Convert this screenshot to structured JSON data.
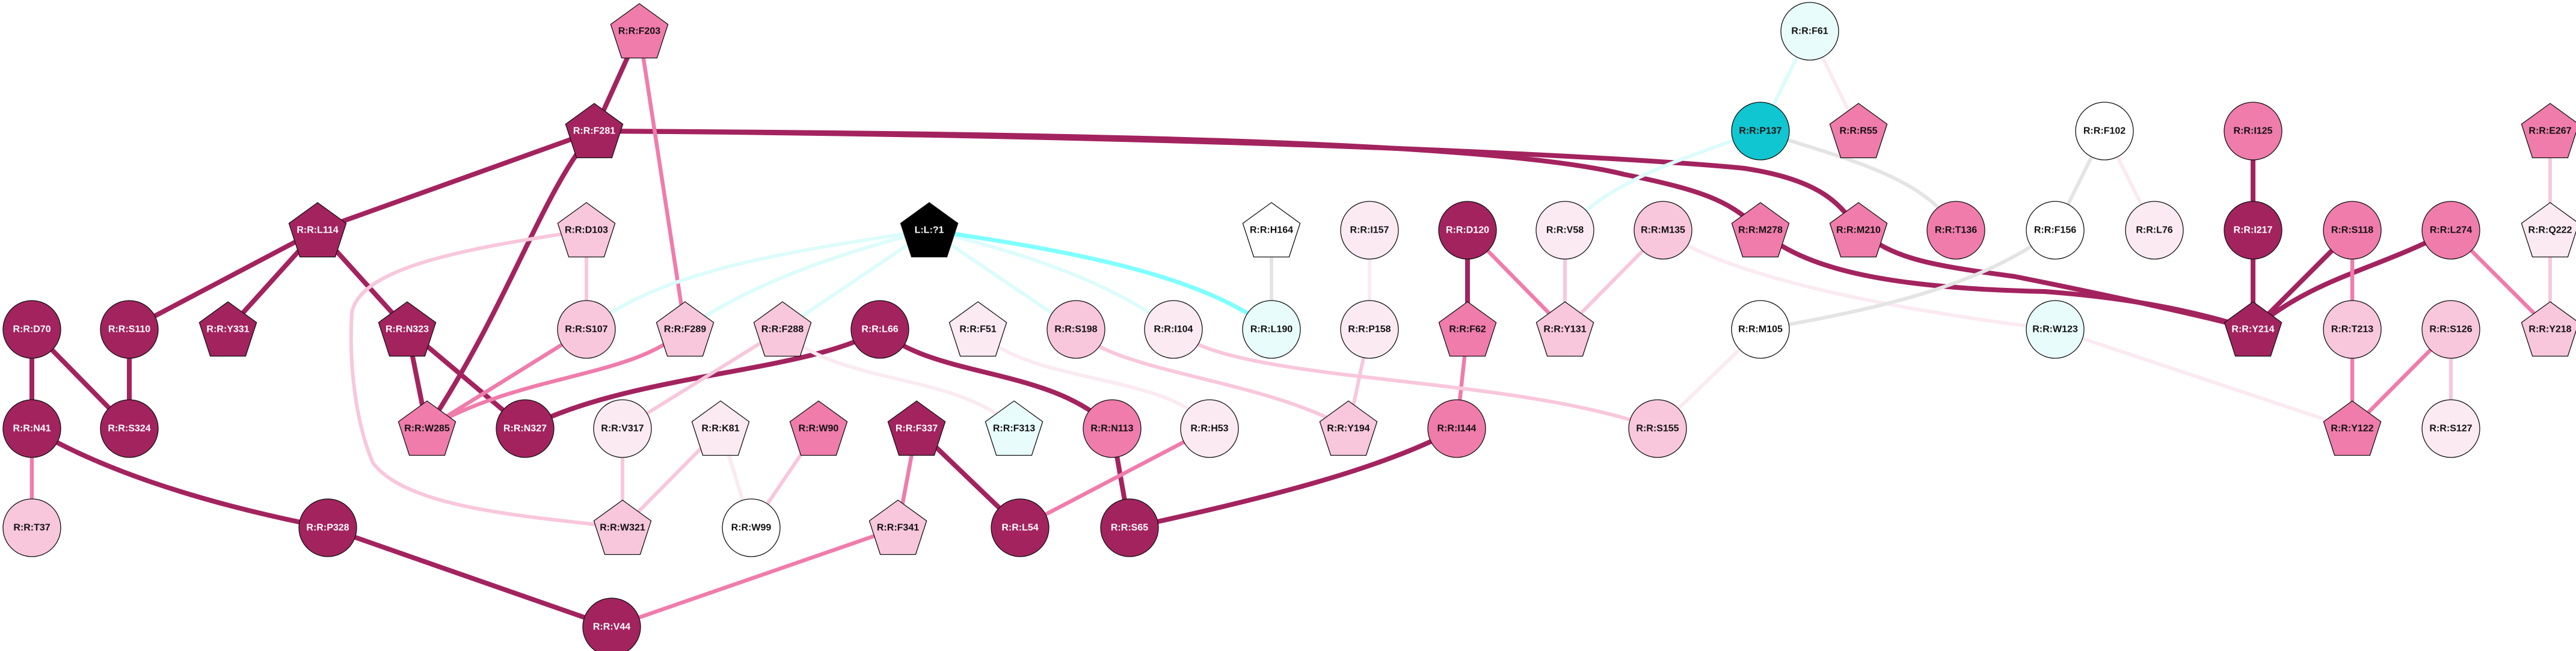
{
  "colors": {
    "dark": "#A3235F",
    "medium": "#F07CAB",
    "light": "#F8C7DC",
    "pale": "#FBEAF2",
    "white": "#FFFFFF",
    "cyan_pale": "#E8FCFC",
    "cyan": "#10C6D0",
    "ligand": "#000000",
    "grey": "#E4E4E4",
    "cyan_edge": "#80FFFF",
    "cyan_edge_pale": "#DDFCFC"
  },
  "nodes": [
    {
      "id": "R:R:F203",
      "shape": "pentagon",
      "fill": "medium"
    },
    {
      "id": "R:R:F281",
      "shape": "pentagon",
      "fill": "dark"
    },
    {
      "id": "R:R:L114",
      "shape": "pentagon",
      "fill": "dark"
    },
    {
      "id": "R:R:D103",
      "shape": "pentagon",
      "fill": "light"
    },
    {
      "id": "R:R:D70",
      "shape": "circle",
      "fill": "dark"
    },
    {
      "id": "R:R:S110",
      "shape": "circle",
      "fill": "dark"
    },
    {
      "id": "R:R:Y331",
      "shape": "pentagon",
      "fill": "dark"
    },
    {
      "id": "R:R:N323",
      "shape": "pentagon",
      "fill": "dark"
    },
    {
      "id": "R:R:S107",
      "shape": "circle",
      "fill": "light"
    },
    {
      "id": "R:R:N41",
      "shape": "circle",
      "fill": "dark"
    },
    {
      "id": "R:R:S324",
      "shape": "circle",
      "fill": "dark"
    },
    {
      "id": "R:R:W285",
      "shape": "pentagon",
      "fill": "medium"
    },
    {
      "id": "R:R:N327",
      "shape": "circle",
      "fill": "dark"
    },
    {
      "id": "R:R:V317",
      "shape": "circle",
      "fill": "pale"
    },
    {
      "id": "R:R:T37",
      "shape": "circle",
      "fill": "light"
    },
    {
      "id": "R:R:P328",
      "shape": "circle",
      "fill": "dark"
    },
    {
      "id": "R:R:W321",
      "shape": "pentagon",
      "fill": "light"
    },
    {
      "id": "R:R:V44",
      "shape": "circle",
      "fill": "dark"
    },
    {
      "id": "L:L:?1",
      "shape": "pentagon",
      "fill": "ligand"
    },
    {
      "id": "R:R:H164",
      "shape": "pentagon",
      "fill": "white"
    },
    {
      "id": "R:R:F289",
      "shape": "pentagon",
      "fill": "light"
    },
    {
      "id": "R:R:F288",
      "shape": "pentagon",
      "fill": "light"
    },
    {
      "id": "R:R:L66",
      "shape": "circle",
      "fill": "dark"
    },
    {
      "id": "R:R:F51",
      "shape": "pentagon",
      "fill": "pale"
    },
    {
      "id": "R:R:S198",
      "shape": "circle",
      "fill": "light"
    },
    {
      "id": "R:R:I104",
      "shape": "circle",
      "fill": "pale"
    },
    {
      "id": "R:R:L190",
      "shape": "circle",
      "fill": "cyan_pale"
    },
    {
      "id": "R:R:K81",
      "shape": "pentagon",
      "fill": "pale"
    },
    {
      "id": "R:R:W90",
      "shape": "pentagon",
      "fill": "medium"
    },
    {
      "id": "R:R:F337",
      "shape": "pentagon",
      "fill": "dark"
    },
    {
      "id": "R:R:F313",
      "shape": "pentagon",
      "fill": "cyan_pale"
    },
    {
      "id": "R:R:N113",
      "shape": "circle",
      "fill": "medium"
    },
    {
      "id": "R:R:H53",
      "shape": "circle",
      "fill": "pale"
    },
    {
      "id": "R:R:W99",
      "shape": "circle",
      "fill": "white"
    },
    {
      "id": "R:R:F341",
      "shape": "pentagon",
      "fill": "light"
    },
    {
      "id": "R:R:L54",
      "shape": "circle",
      "fill": "dark"
    },
    {
      "id": "R:R:S65",
      "shape": "circle",
      "fill": "dark"
    },
    {
      "id": "R:R:F61",
      "shape": "circle",
      "fill": "cyan_pale"
    },
    {
      "id": "R:R:P137",
      "shape": "circle",
      "fill": "cyan"
    },
    {
      "id": "R:R:R55",
      "shape": "pentagon",
      "fill": "medium"
    },
    {
      "id": "R:R:I157",
      "shape": "circle",
      "fill": "pale"
    },
    {
      "id": "R:R:D120",
      "shape": "circle",
      "fill": "dark"
    },
    {
      "id": "R:R:V58",
      "shape": "circle",
      "fill": "pale"
    },
    {
      "id": "R:R:M135",
      "shape": "circle",
      "fill": "light"
    },
    {
      "id": "R:R:M278",
      "shape": "pentagon",
      "fill": "medium"
    },
    {
      "id": "R:R:M210",
      "shape": "pentagon",
      "fill": "medium"
    },
    {
      "id": "R:R:T136",
      "shape": "circle",
      "fill": "medium"
    },
    {
      "id": "R:R:P158",
      "shape": "circle",
      "fill": "pale"
    },
    {
      "id": "R:R:F62",
      "shape": "pentagon",
      "fill": "medium"
    },
    {
      "id": "R:R:Y131",
      "shape": "pentagon",
      "fill": "light"
    },
    {
      "id": "R:R:M105",
      "shape": "circle",
      "fill": "white"
    },
    {
      "id": "R:R:Y194",
      "shape": "pentagon",
      "fill": "light"
    },
    {
      "id": "R:R:I144",
      "shape": "circle",
      "fill": "medium"
    },
    {
      "id": "R:R:S155",
      "shape": "circle",
      "fill": "light"
    },
    {
      "id": "R:R:F102",
      "shape": "circle",
      "fill": "white"
    },
    {
      "id": "R:R:I125",
      "shape": "circle",
      "fill": "medium"
    },
    {
      "id": "R:R:E267",
      "shape": "pentagon",
      "fill": "medium"
    },
    {
      "id": "R:R:F156",
      "shape": "circle",
      "fill": "white"
    },
    {
      "id": "R:R:L76",
      "shape": "circle",
      "fill": "pale"
    },
    {
      "id": "R:R:I217",
      "shape": "circle",
      "fill": "dark"
    },
    {
      "id": "R:R:S118",
      "shape": "circle",
      "fill": "medium"
    },
    {
      "id": "R:R:L274",
      "shape": "circle",
      "fill": "medium"
    },
    {
      "id": "R:R:Q222",
      "shape": "pentagon",
      "fill": "pale"
    },
    {
      "id": "R:R:W123",
      "shape": "circle",
      "fill": "cyan_pale"
    },
    {
      "id": "R:R:Y214",
      "shape": "pentagon",
      "fill": "dark"
    },
    {
      "id": "R:R:T213",
      "shape": "circle",
      "fill": "light"
    },
    {
      "id": "R:R:S126",
      "shape": "circle",
      "fill": "light"
    },
    {
      "id": "R:R:Y218",
      "shape": "pentagon",
      "fill": "light"
    },
    {
      "id": "R:R:Y122",
      "shape": "pentagon",
      "fill": "medium"
    },
    {
      "id": "R:R:S127",
      "shape": "circle",
      "fill": "pale"
    }
  ],
  "edges": [
    {
      "a": "R:R:F203",
      "b": "R:R:F281",
      "color": "dark"
    },
    {
      "a": "R:R:F281",
      "b": "R:R:L114",
      "color": "dark"
    },
    {
      "a": "R:R:F281",
      "b": "R:R:W285",
      "color": "dark"
    },
    {
      "a": "R:R:F281",
      "b": "R:R:M278",
      "color": "dark"
    },
    {
      "a": "R:R:F281",
      "b": "R:R:M210",
      "color": "dark"
    },
    {
      "a": "R:R:L114",
      "b": "R:R:S110",
      "color": "dark"
    },
    {
      "a": "R:R:L114",
      "b": "R:R:Y331",
      "color": "dark"
    },
    {
      "a": "R:R:L114",
      "b": "R:R:N323",
      "color": "dark"
    },
    {
      "a": "R:R:D70",
      "b": "R:R:N41",
      "color": "dark"
    },
    {
      "a": "R:R:D70",
      "b": "R:R:S324",
      "color": "dark"
    },
    {
      "a": "R:R:S110",
      "b": "R:R:S324",
      "color": "dark"
    },
    {
      "a": "R:R:N323",
      "b": "R:R:W285",
      "color": "dark"
    },
    {
      "a": "R:R:N323",
      "b": "R:R:N327",
      "color": "dark"
    },
    {
      "a": "R:R:N41",
      "b": "R:R:P328",
      "color": "dark"
    },
    {
      "a": "R:R:P328",
      "b": "R:R:V44",
      "color": "dark"
    },
    {
      "a": "R:R:L66",
      "b": "R:R:N327",
      "color": "dark"
    },
    {
      "a": "R:R:L66",
      "b": "R:R:N113",
      "color": "dark"
    },
    {
      "a": "R:R:N113",
      "b": "R:R:S65",
      "color": "dark"
    },
    {
      "a": "R:R:F337",
      "b": "R:R:L54",
      "color": "dark"
    },
    {
      "a": "R:R:S65",
      "b": "R:R:I144",
      "color": "dark"
    },
    {
      "a": "R:R:D120",
      "b": "R:R:F62",
      "color": "dark"
    },
    {
      "a": "R:R:M278",
      "b": "R:R:Y214",
      "color": "dark"
    },
    {
      "a": "R:R:M210",
      "b": "R:R:Y214",
      "color": "dark"
    },
    {
      "a": "R:R:I125",
      "b": "R:R:I217",
      "color": "dark"
    },
    {
      "a": "R:R:I217",
      "b": "R:R:Y214",
      "color": "dark"
    },
    {
      "a": "R:R:S118",
      "b": "R:R:Y214",
      "color": "dark"
    },
    {
      "a": "R:R:L274",
      "b": "R:R:Y214",
      "color": "dark"
    },
    {
      "a": "R:R:F203",
      "b": "R:R:F289",
      "color": "medium"
    },
    {
      "a": "R:R:S107",
      "b": "R:R:W285",
      "color": "medium"
    },
    {
      "a": "R:R:F289",
      "b": "R:R:W285",
      "color": "medium"
    },
    {
      "a": "R:R:F337",
      "b": "R:R:F341",
      "color": "medium"
    },
    {
      "a": "R:R:F341",
      "b": "R:R:V44",
      "color": "medium"
    },
    {
      "a": "R:R:H53",
      "b": "R:R:L54",
      "color": "medium"
    },
    {
      "a": "R:R:F62",
      "b": "R:R:I144",
      "color": "medium"
    },
    {
      "a": "R:R:D120",
      "b": "R:R:Y131",
      "color": "medium"
    },
    {
      "a": "R:R:S118",
      "b": "R:R:T213",
      "color": "medium"
    },
    {
      "a": "R:R:T213",
      "b": "R:R:Y122",
      "color": "medium"
    },
    {
      "a": "R:R:S126",
      "b": "R:R:Y122",
      "color": "medium"
    },
    {
      "a": "R:R:L274",
      "b": "R:R:Y218",
      "color": "medium"
    },
    {
      "a": "R:R:N41",
      "b": "R:R:T37",
      "color": "medium"
    },
    {
      "a": "R:R:D103",
      "b": "R:R:S107",
      "color": "light"
    },
    {
      "a": "R:R:D103",
      "b": "R:R:W321",
      "color": "light"
    },
    {
      "a": "R:R:F288",
      "b": "R:R:V317",
      "color": "light"
    },
    {
      "a": "R:R:V317",
      "b": "R:R:W321",
      "color": "light"
    },
    {
      "a": "R:R:K81",
      "b": "R:R:W321",
      "color": "light"
    },
    {
      "a": "R:R:W90",
      "b": "R:R:W99",
      "color": "light"
    },
    {
      "a": "R:R:S198",
      "b": "R:R:Y194",
      "color": "light"
    },
    {
      "a": "R:R:I104",
      "b": "R:R:S155",
      "color": "light"
    },
    {
      "a": "R:R:P158",
      "b": "R:R:Y194",
      "color": "light"
    },
    {
      "a": "R:R:V58",
      "b": "R:R:Y131",
      "color": "light"
    },
    {
      "a": "R:R:M135",
      "b": "R:R:Y131",
      "color": "light"
    },
    {
      "a": "R:R:E267",
      "b": "R:R:Q222",
      "color": "light"
    },
    {
      "a": "R:R:Q222",
      "b": "R:R:Y218",
      "color": "light"
    },
    {
      "a": "R:R:S126",
      "b": "R:R:S127",
      "color": "light"
    },
    {
      "a": "R:R:K81",
      "b": "R:R:W99",
      "color": "pale"
    },
    {
      "a": "R:R:F288",
      "b": "R:R:F313",
      "color": "pale"
    },
    {
      "a": "R:R:F51",
      "b": "R:R:H53",
      "color": "pale"
    },
    {
      "a": "R:R:I157",
      "b": "R:R:P158",
      "color": "pale"
    },
    {
      "a": "R:R:M135",
      "b": "R:R:W123",
      "color": "pale"
    },
    {
      "a": "R:R:M105",
      "b": "R:R:S155",
      "color": "pale"
    },
    {
      "a": "R:R:F102",
      "b": "R:R:L76",
      "color": "pale"
    },
    {
      "a": "R:R:F61",
      "b": "R:R:R55",
      "color": "pale"
    },
    {
      "a": "R:R:W123",
      "b": "R:R:Y122",
      "color": "pale"
    },
    {
      "a": "R:R:M105",
      "b": "R:R:F156",
      "color": "grey"
    },
    {
      "a": "R:R:F102",
      "b": "R:R:F156",
      "color": "grey"
    },
    {
      "a": "R:R:H164",
      "b": "R:R:L190",
      "color": "grey"
    },
    {
      "a": "R:R:P137",
      "b": "R:R:T136",
      "color": "grey"
    },
    {
      "a": "R:R:F61",
      "b": "R:R:P137",
      "color": "cyan_edge_pale"
    },
    {
      "a": "R:R:P137",
      "b": "R:R:V58",
      "color": "cyan_edge_pale"
    },
    {
      "a": "L:L:?1",
      "b": "R:R:S107",
      "color": "cyan_edge_pale"
    },
    {
      "a": "L:L:?1",
      "b": "R:R:F289",
      "color": "cyan_edge_pale"
    },
    {
      "a": "L:L:?1",
      "b": "R:R:F288",
      "color": "cyan_edge_pale"
    },
    {
      "a": "L:L:?1",
      "b": "R:R:S198",
      "color": "cyan_edge_pale"
    },
    {
      "a": "L:L:?1",
      "b": "R:R:I104",
      "color": "cyan_edge_pale"
    },
    {
      "a": "L:L:?1",
      "b": "R:R:L190",
      "color": "cyan_edge"
    }
  ]
}
